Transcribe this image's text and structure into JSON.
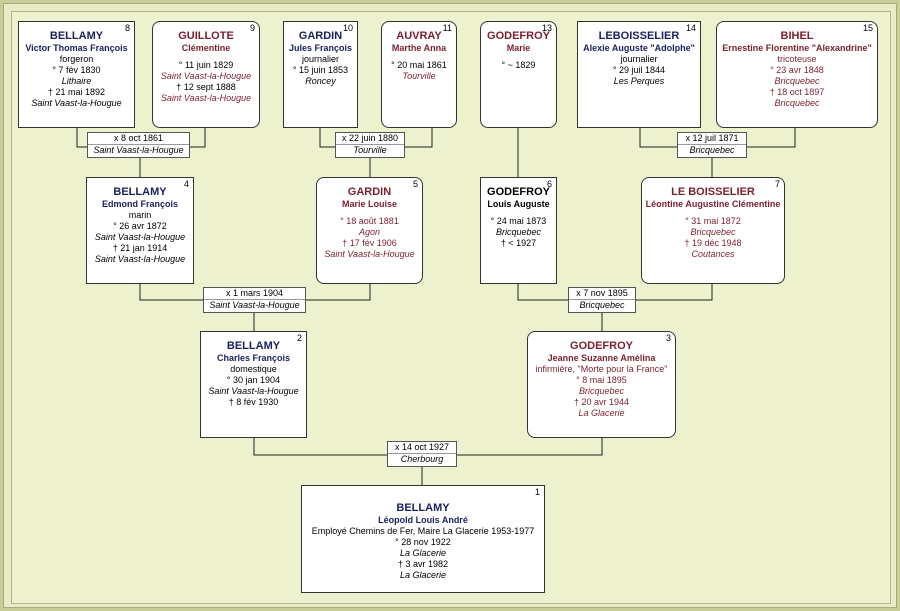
{
  "persons": {
    "p1": {
      "num": "1",
      "surname": "BELLAMY",
      "given": "Léopold Louis André",
      "occupation": "Employé Chemins de Fer, Maire La Glacerie 1953-1977",
      "birth": "° 28 nov 1922",
      "birth_place": "La Glacerie",
      "death": "† 3 avr 1982",
      "death_place": "La Glacerie"
    },
    "p2": {
      "num": "2",
      "surname": "BELLAMY",
      "given": "Charles François",
      "occupation": "domestique",
      "birth": "° 30 jan 1904",
      "birth_place": "Saint Vaast-la-Hougue",
      "death": "† 8 fév 1930"
    },
    "p3": {
      "num": "3",
      "surname": "GODEFROY",
      "given": "Jeanne Suzanne Amélina",
      "occupation": "infirmière, \"Morte pour la France\"",
      "birth": "° 8 mai 1895",
      "birth_place": "Bricquebec",
      "death": "† 20 avr 1944",
      "death_place": "La Glacerie"
    },
    "p4": {
      "num": "4",
      "surname": "BELLAMY",
      "given": "Edmond François",
      "occupation": "marin",
      "birth": "° 26 avr 1872",
      "birth_place": "Saint Vaast-la-Hougue",
      "death": "† 21 jan 1914",
      "death_place": "Saint Vaast-la-Hougue"
    },
    "p5": {
      "num": "5",
      "surname": "GARDIN",
      "given": "Marie Louise",
      "birth": "° 18 août 1881",
      "birth_place": "Agon",
      "death": "† 17 fév 1906",
      "death_place": "Saint Vaast-la-Hougue"
    },
    "p6": {
      "num": "6",
      "surname": "GODEFROY",
      "given": "Louis Auguste",
      "birth": "° 24 mai 1873",
      "birth_place": "Bricquebec",
      "death": "† < 1927"
    },
    "p7": {
      "num": "7",
      "surname": "LE BOISSELIER",
      "given": "Léontine Augustine Clémentine",
      "birth": "° 31 mai 1872",
      "birth_place": "Bricquebec",
      "death": "† 19 déc 1948",
      "death_place": "Coutances"
    },
    "p8": {
      "num": "8",
      "surname": "BELLAMY",
      "given": "Victor Thomas François",
      "occupation": "forgeron",
      "birth": "° 7 fév 1830",
      "birth_place": "Lithaire",
      "death": "† 21 mai 1892",
      "death_place": "Saint Vaast-la-Hougue"
    },
    "p9": {
      "num": "9",
      "surname": "GUILLOTE",
      "given": "Clémentine",
      "birth": "° 11 juin 1829",
      "birth_place": "Saint Vaast-la-Hougue",
      "death": "† 12 sept 1888",
      "death_place": "Saint Vaast-la-Hougue"
    },
    "p10": {
      "num": "10",
      "surname": "GARDIN",
      "given": "Jules François",
      "occupation": "journalier",
      "birth": "° 15 juin 1853",
      "birth_place": "Roncey"
    },
    "p11": {
      "num": "11",
      "surname": "AUVRAY",
      "given": "Marthe Anna",
      "birth": "° 20 mai 1861",
      "birth_place": "Tourville"
    },
    "p13": {
      "num": "13",
      "surname": "GODEFROY",
      "given": "Marie",
      "birth": "° ~ 1829"
    },
    "p14": {
      "num": "14",
      "surname": "LEBOISSELIER",
      "given": "Alexie Auguste \"Adolphe\"",
      "occupation": "journalier",
      "birth": "° 29 juil 1844",
      "birth_place": "Les Perques"
    },
    "p15": {
      "num": "15",
      "surname": "BIHEL",
      "given": "Ernestine Florentine \"Alexandrine\"",
      "occupation": "tricoteuse",
      "birth": "° 23 avr 1848",
      "birth_place": "Bricquebec",
      "death": "† 18 oct 1897",
      "death_place": "Bricquebec"
    }
  },
  "marriages": {
    "m8_9": {
      "date": "x 8 oct 1861",
      "place": "Saint Vaast-la-Hougue"
    },
    "m10_11": {
      "date": "x 22 juin 1880",
      "place": "Tourville"
    },
    "m14_15": {
      "date": "x 12 juil 1871",
      "place": "Bricquebec"
    },
    "m4_5": {
      "date": "x 1 mars 1904",
      "place": "Saint Vaast-la-Hougue"
    },
    "m6_7": {
      "date": "x 7 nov 1895",
      "place": "Bricquebec"
    },
    "m2_3": {
      "date": "x 14 oct 1927",
      "place": "Cherbourg"
    }
  }
}
